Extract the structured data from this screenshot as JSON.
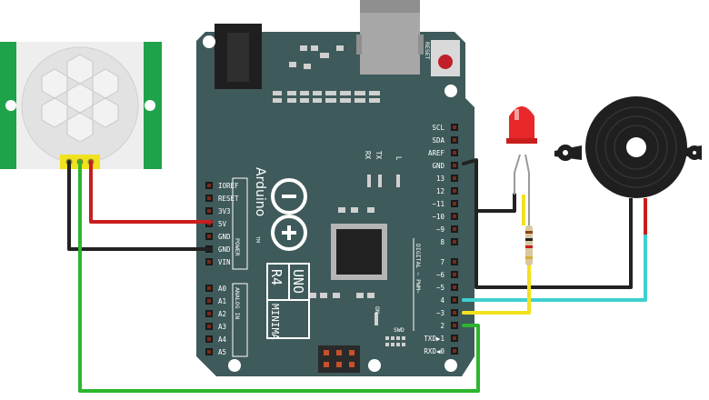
{
  "board": {
    "brand": "Arduino",
    "tm": "TM",
    "model_a": "UNO",
    "model_b": "R4",
    "model_c": "MINIMA",
    "reset_label": "RESET",
    "rx": "RX",
    "tx": "TX",
    "l": "L",
    "on": "ON",
    "swd": "SWD",
    "power_header": "POWER",
    "analog_header": "ANALOG IN",
    "digital_header": "DIGITAL ~ PWM~",
    "power_pins": [
      "IOREF",
      "RESET",
      "3V3",
      "5V",
      "GND",
      "GND",
      "VIN"
    ],
    "analog_pins": [
      "A0",
      "A1",
      "A2",
      "A3",
      "A4",
      "A5"
    ],
    "top_right_pins": [
      "SCL",
      "SDA",
      "AREF",
      "GND",
      "13",
      "12",
      "~11",
      "~10",
      "~9",
      "8"
    ],
    "bottom_right_pins": [
      "7",
      "~6",
      "~5",
      "4",
      "~3",
      "2",
      "TXD▶1",
      "RXD◀0"
    ]
  },
  "colors": {
    "board": "#3f5a5a",
    "wire_red": "#c81e1e",
    "wire_black": "#222222",
    "wire_green": "#2db52d",
    "wire_yellow": "#f2e21e",
    "wire_cyan": "#3fd0d0",
    "led": "#e8282a",
    "pir_pcb": "#1fa34a"
  },
  "components": {
    "pir": "pir-sensor",
    "led": "red-led",
    "resistor": "resistor",
    "buzzer": "piezo-buzzer"
  }
}
